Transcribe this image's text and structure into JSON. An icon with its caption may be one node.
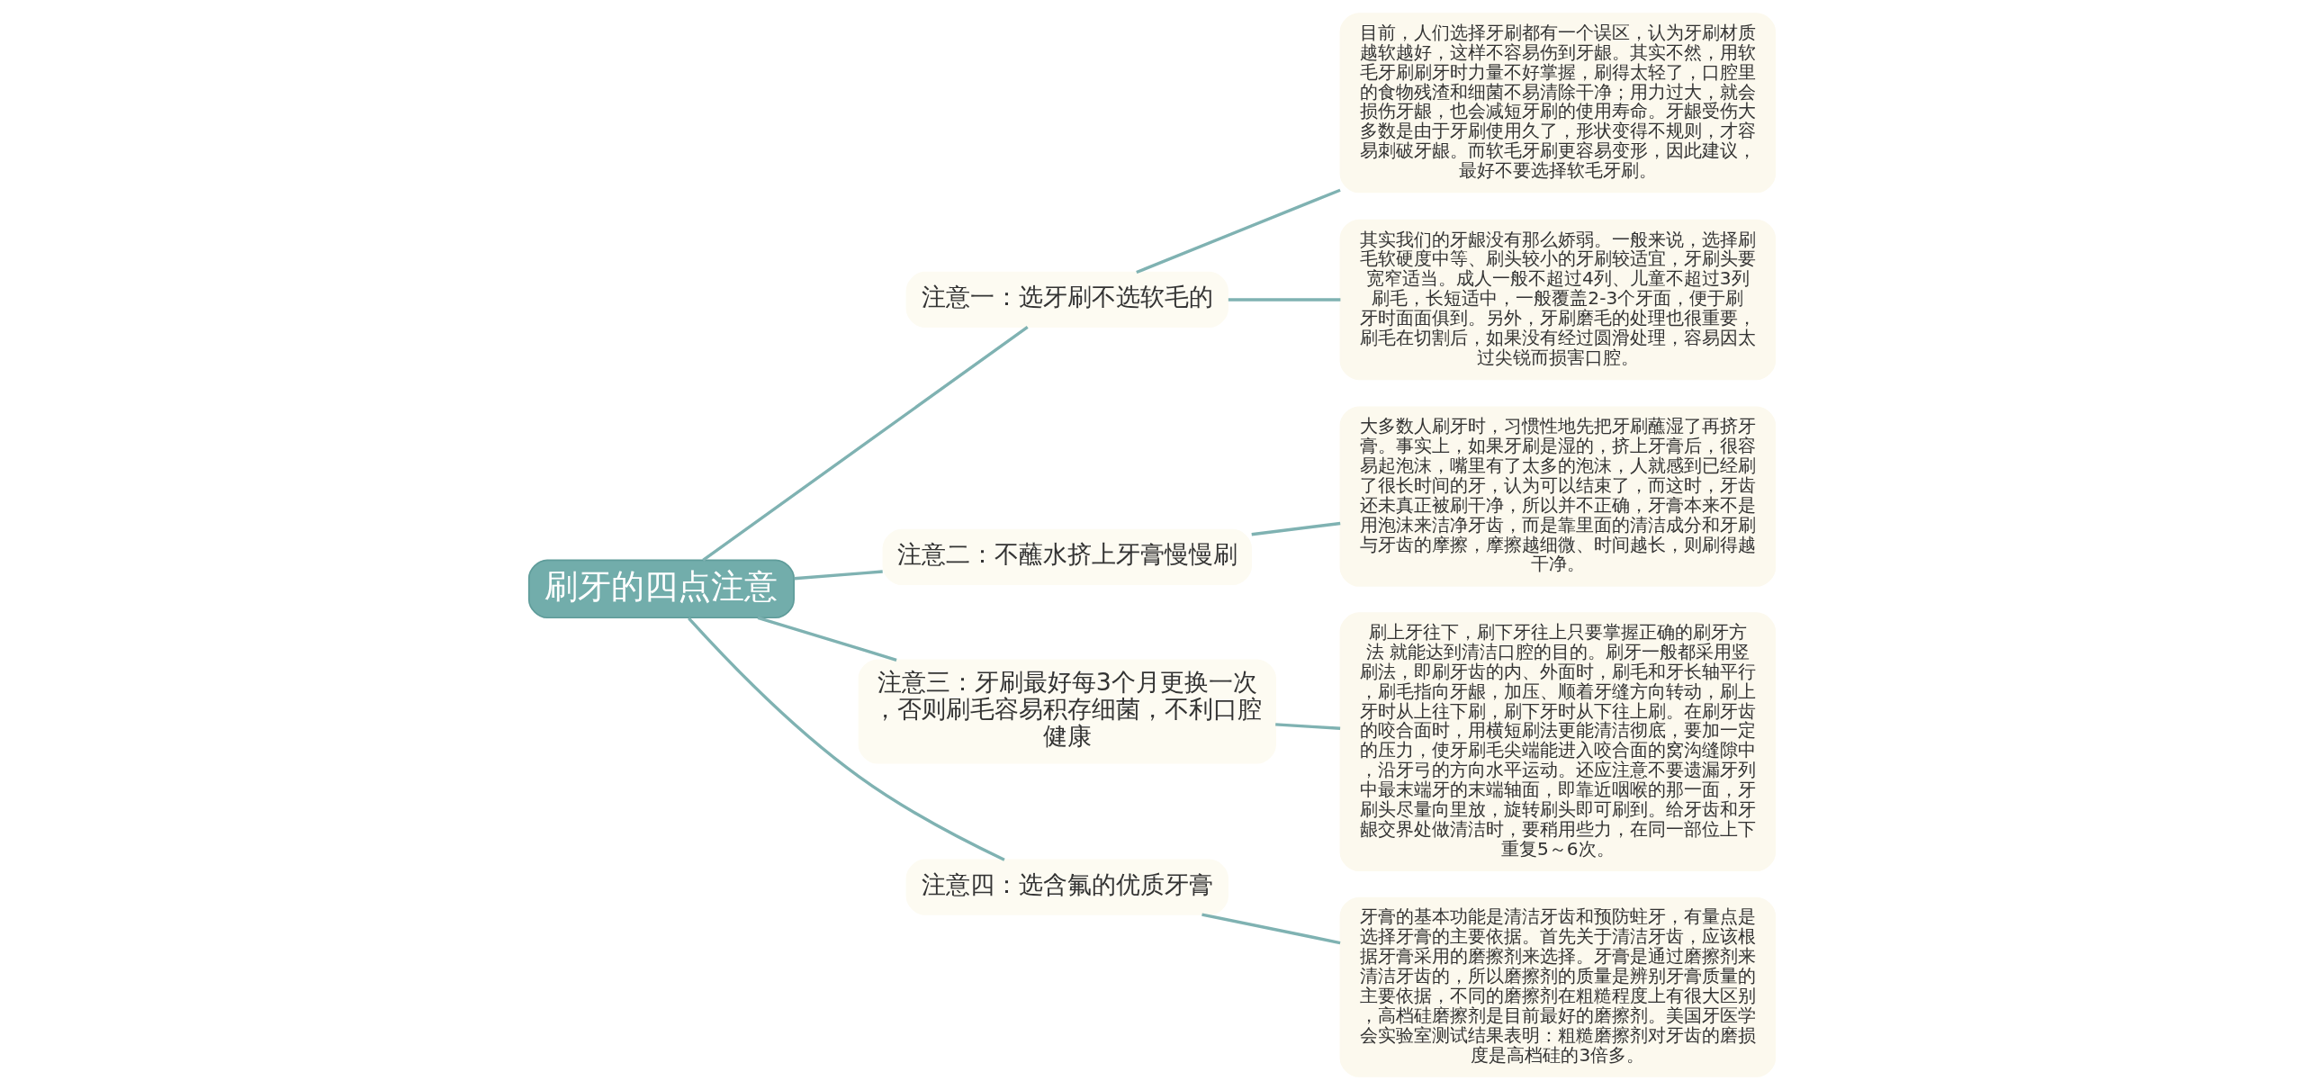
{
  "diagram": {
    "nodes": [
      {
        "text": [
          "刷牙的四点注意"
        ]
      },
      {
        "text": [
          "注意一：选牙刷不选软毛的"
        ]
      },
      {
        "text": [
          "目前，人们选择牙刷都有一个误区，认为牙刷材质越软越好，这样不容易伤到牙龈。其实不然，用软毛牙刷刷牙时力量不好掌握，刷得太轻了，口腔里的食物残渣和细菌不易清除干净；用力过大，就会损伤牙龈，也会减短牙刷的使用寿命。牙龈受伤大多数是由于牙刷使用久了，形状变得不规则，才容易刺破牙龈。而软毛牙刷更容易变形，因此建议，最好不要选择软毛牙刷。"
        ]
      },
      {
        "text": [
          "其实我们的牙龈没有那么娇弱。一般来说，选择刷毛软硬度中等、刷头较小的牙刷较适宜，牙刷头要宽窄适当。成人一般不超过4列、儿童不超过3列刷毛，长短适中，一般覆盖2-3个牙面，便于刷牙时面面俱到。另外，牙刷磨毛的处理也很重要，刷毛在切割后，如果没有经过圆滑处理，容易因太过尖锐而损害口腔。"
        ]
      },
      {
        "text": [
          "注意二：不蘸水挤上牙膏慢慢刷"
        ]
      },
      {
        "text": [
          "大多数人刷牙时，习惯性地先把牙刷蘸湿了再挤牙膏。事实上，如果牙刷是湿的，挤上牙膏后，很容易起泡沫，嘴里有了太多的泡沫，人就感到已经刷了很长时间的牙，认为可以结束了，而这时，牙齿还未真正被刷干净，所以并不正确，牙膏本来不是用泡沫来洁净牙齿，而是靠里面的清洁成分和牙刷与牙齿的摩擦，摩擦越细微、时间越长，则刷得越干净。"
        ]
      },
      {
        "text": [
          "注意三：牙刷最好每3个月更换一次，否则刷毛容易积存细菌，不利口腔健康"
        ]
      },
      {
        "text": [
          "刷上牙往下，刷下牙往上只要掌握正确的刷牙方法 就能达到清洁口腔的目的。刷牙一般都采用竖刷法，即刷牙齿的内、外面时，刷毛和牙长轴平行，刷毛指向牙龈，加压、顺着牙缝方向转动，刷上牙时从上往下刷，刷下牙时从下往上刷。在刷牙齿的咬合面时，用横短刷法更能清洁彻底，要加一定的压力，使牙刷毛尖端能进入咬合面的窝沟缝隙中，沿牙弓的方向水平运动。还应注意不要遗漏牙列中最末端牙的末端轴面，即靠近咽喉的那一面，牙刷头尽量向里放，旋转刷头即可刷到。给牙齿和牙龈交界处做清洁时，要稍用些力，在同一部位上下重复5～6次。"
        ]
      },
      {
        "text": [
          "注意四：选含氟的优质牙膏"
        ]
      },
      {
        "text": [
          "牙膏的基本功能是清洁牙齿和预防蛀牙，有量点是选择牙膏的主要依据。首先关于清洁牙齿，应该根据牙膏采用的磨擦剂来选择。牙膏是通过磨擦剂来清洁牙齿的，所以磨擦剂的质量是辨别牙膏质量的主要依据，不同的磨擦剂在粗糙程度上有很大区别，高档硅磨擦剂是目前最好的磨擦剂。美国牙医学会实验室测试结果表明：粗糙磨擦剂对牙齿的磨损度是高档硅的3倍多。"
        ]
      }
    ],
    "edges": [
      {
        "from": 0,
        "to": 1,
        "arrow": "none"
      },
      {
        "from": 1,
        "to": 2,
        "arrow": "none"
      },
      {
        "from": 1,
        "to": 3,
        "arrow": "none"
      },
      {
        "from": 0,
        "to": 4,
        "arrow": "none"
      },
      {
        "from": 4,
        "to": 5,
        "arrow": "none"
      },
      {
        "from": 0,
        "to": 6,
        "arrow": "none"
      },
      {
        "from": 6,
        "to": 7,
        "arrow": "none"
      },
      {
        "from": 0,
        "to": 8,
        "arrow": "none"
      },
      {
        "from": 8,
        "to": 9,
        "arrow": "none"
      }
    ]
  }
}
